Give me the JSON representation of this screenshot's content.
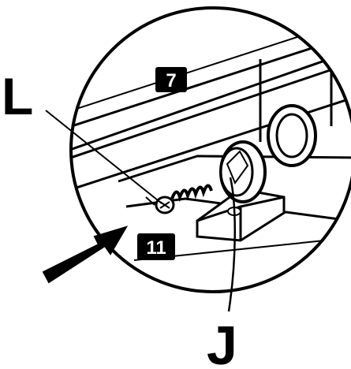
{
  "callouts": {
    "screw_label": "L",
    "bracket_label": "J"
  },
  "badges": {
    "upper_panel": "7",
    "lower_panel": "11"
  },
  "colors": {
    "ink": "#000000",
    "paper": "#ffffff"
  }
}
